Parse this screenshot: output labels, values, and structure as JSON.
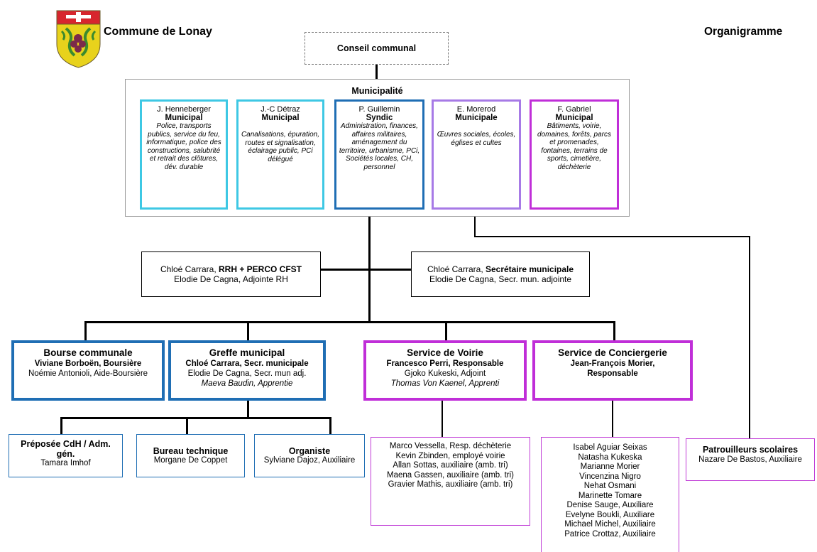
{
  "header": {
    "commune": "Commune de Lonay",
    "doc_title": "Organigramme"
  },
  "colors": {
    "cyan": "#3ec8e4",
    "blue": "#1f6eb4",
    "lilac": "#a77ae6",
    "magenta": "#c02ed8",
    "line": "#000000"
  },
  "conseil": {
    "label": "Conseil communal"
  },
  "municipalite": {
    "title": "Municipalité",
    "members": [
      {
        "name": "J. Henneberger",
        "role": "Municipal",
        "desc": "Police, transports publics, service du feu, informatique, police des constructions, salubrité et retrait des clôtures, dév. durable"
      },
      {
        "name": "J.-C Détraz",
        "role": "Municipal",
        "desc": "Canalisations, épuration, routes et signalisation, éclairage public, PCi délégué"
      },
      {
        "name": "P. Guillemin",
        "role": "Syndic",
        "desc": "Administration, finances, affaires militaires, aménagement du territoire, urbanisme, PCi, Sociétés locales, CH, personnel"
      },
      {
        "name": "E. Morerod",
        "role": "Municipale",
        "desc": "Œuvres sociales, écoles, églises et cultes"
      },
      {
        "name": "F. Gabriel",
        "role": "Municipal",
        "desc": "Bâtiments, voirie, domaines, forêts, parcs et promenades, fontaines, terrains de sports, cimetière, déchèterie"
      }
    ]
  },
  "staff_left": {
    "line1_name": "Chloé Carrara, ",
    "line1_role": "RRH + PERCO CFST",
    "line2": "Elodie De Cagna, Adjointe RH"
  },
  "staff_right": {
    "line1_name": "Chloé Carrara, ",
    "line1_role": "Secrétaire municipale",
    "line2": "Elodie De Cagna, Secr. mun. adjointe"
  },
  "departments": {
    "bourse": {
      "title": "Bourse communale",
      "line1": "Viviane Borboën, Boursière",
      "line2": "Noémie Antonioli, Aide-Boursière"
    },
    "greffe": {
      "title": "Greffe municipal",
      "line1": "Chloé Carrara, Secr. municipale",
      "line2": "Elodie De Cagna, Secr. mun adj.",
      "line3": "Maeva Baudin, Apprentie"
    },
    "voirie": {
      "title": "Service de Voirie",
      "line1": "Francesco Perri, Responsable",
      "line2": "Gjoko Kukeski, Adjoint",
      "line3": "Thomas Von Kaenel, Apprenti"
    },
    "conciergerie": {
      "title": "Service de Conciergerie",
      "line1": "Jean-François Morier,",
      "line2": "Responsable"
    }
  },
  "sub_units": {
    "prepose": {
      "title1": "Préposée CdH / Adm.",
      "title2": "gén.",
      "person": "Tamara Imhof"
    },
    "bureau": {
      "title": "Bureau technique",
      "person": "Morgane De Coppet"
    },
    "organiste": {
      "title": "Organiste",
      "person": "Sylviane Dajoz, Auxiliaire"
    }
  },
  "voirie_staff": [
    "Marco Vessella, Resp. déchèterie",
    "Kevin Zbinden, employé voirie",
    "Allan Sottas, auxiliaire (amb. tri)",
    "Maena Gassen, auxiliaire (amb. tri)",
    "Gravier Mathis, auxiliaire (amb. tri)"
  ],
  "conciergerie_staff": [
    "Isabel Aguiar Seixas",
    "Natasha Kukeska",
    "Marianne Morier",
    "Vincenzina Nigro",
    "Nehat Osmani",
    "Marinette Tomare",
    "Denise Sauge, Auxiliare",
    "Evelyne Boukli, Auxiliare",
    "Michael Michel, Auxiliaire",
    "Patrice Crottaz, Auxiliaire"
  ],
  "patrouilleurs": {
    "title": "Patrouilleurs scolaires",
    "person": "Nazare De Bastos, Auxiliaire"
  }
}
